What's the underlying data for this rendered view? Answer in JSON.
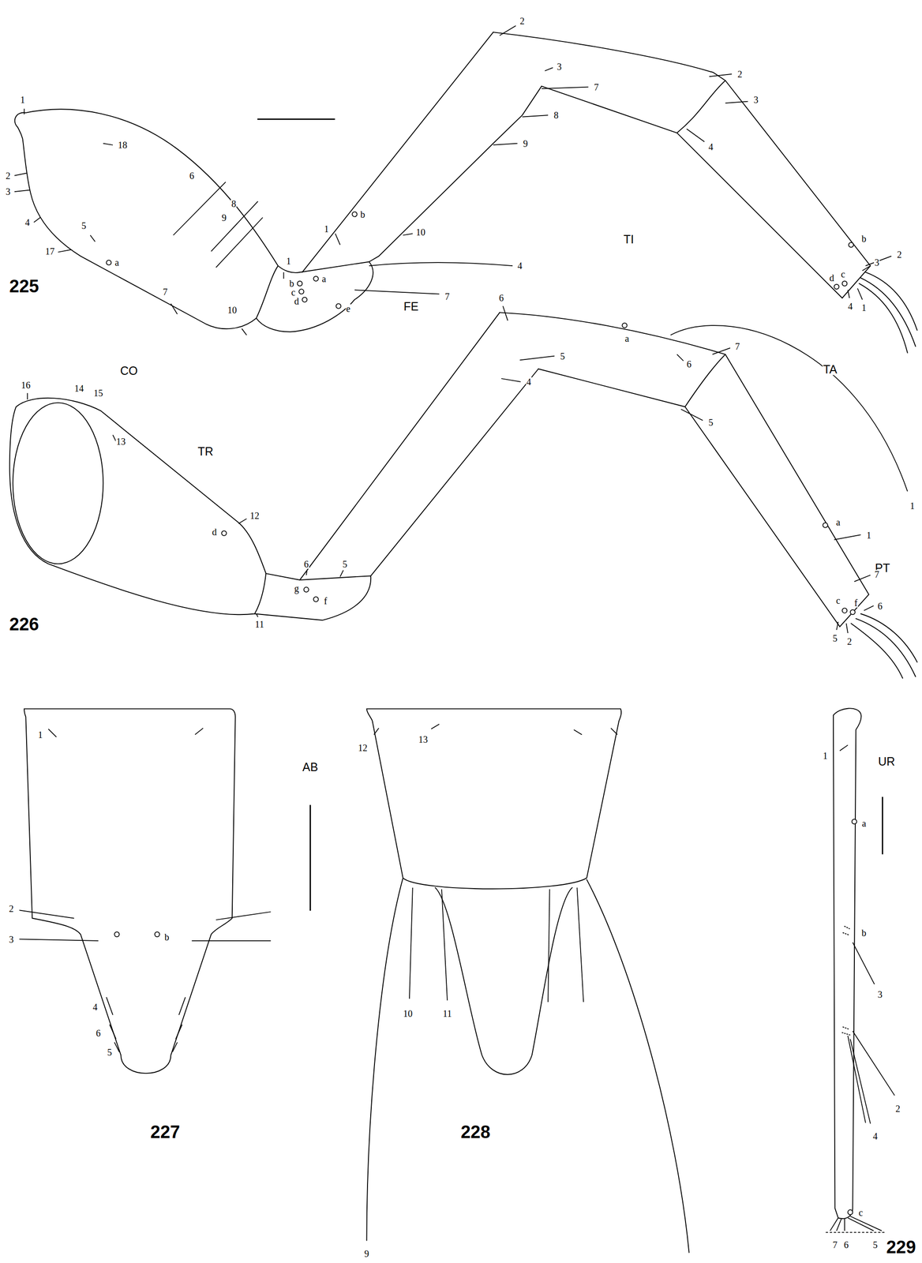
{
  "diagram": {
    "labels": [
      "1",
      "18",
      "2",
      "3",
      "4",
      "17",
      "5",
      "a",
      "6",
      "8",
      "9",
      "7",
      "10",
      "1",
      "b",
      "c",
      "d",
      "e",
      "a",
      "4",
      "7",
      "1",
      "b",
      "10",
      "9",
      "8",
      "7",
      "3",
      "2",
      "2",
      "3",
      "4",
      "b",
      "2",
      "3",
      "d",
      "c",
      "4",
      "1",
      "225",
      "CO",
      "FE",
      "TI",
      "TA",
      "TR",
      "16",
      "14",
      "15",
      "13",
      "d",
      "12",
      "11",
      "6",
      "5",
      "g",
      "f",
      "6",
      "5",
      "4",
      "a",
      "7",
      "6",
      "5",
      "1",
      "PT",
      "a",
      "1",
      "7",
      "c",
      "f",
      "6",
      "5",
      "2",
      "226",
      "1",
      "2",
      "3",
      "b",
      "4",
      "6",
      "5",
      "227",
      "AB",
      "12",
      "13",
      "10",
      "11",
      "9",
      "228",
      "UR",
      "1",
      "a",
      "b",
      "3",
      "2",
      "4",
      "c",
      "7",
      "6",
      "5",
      "229"
    ]
  }
}
